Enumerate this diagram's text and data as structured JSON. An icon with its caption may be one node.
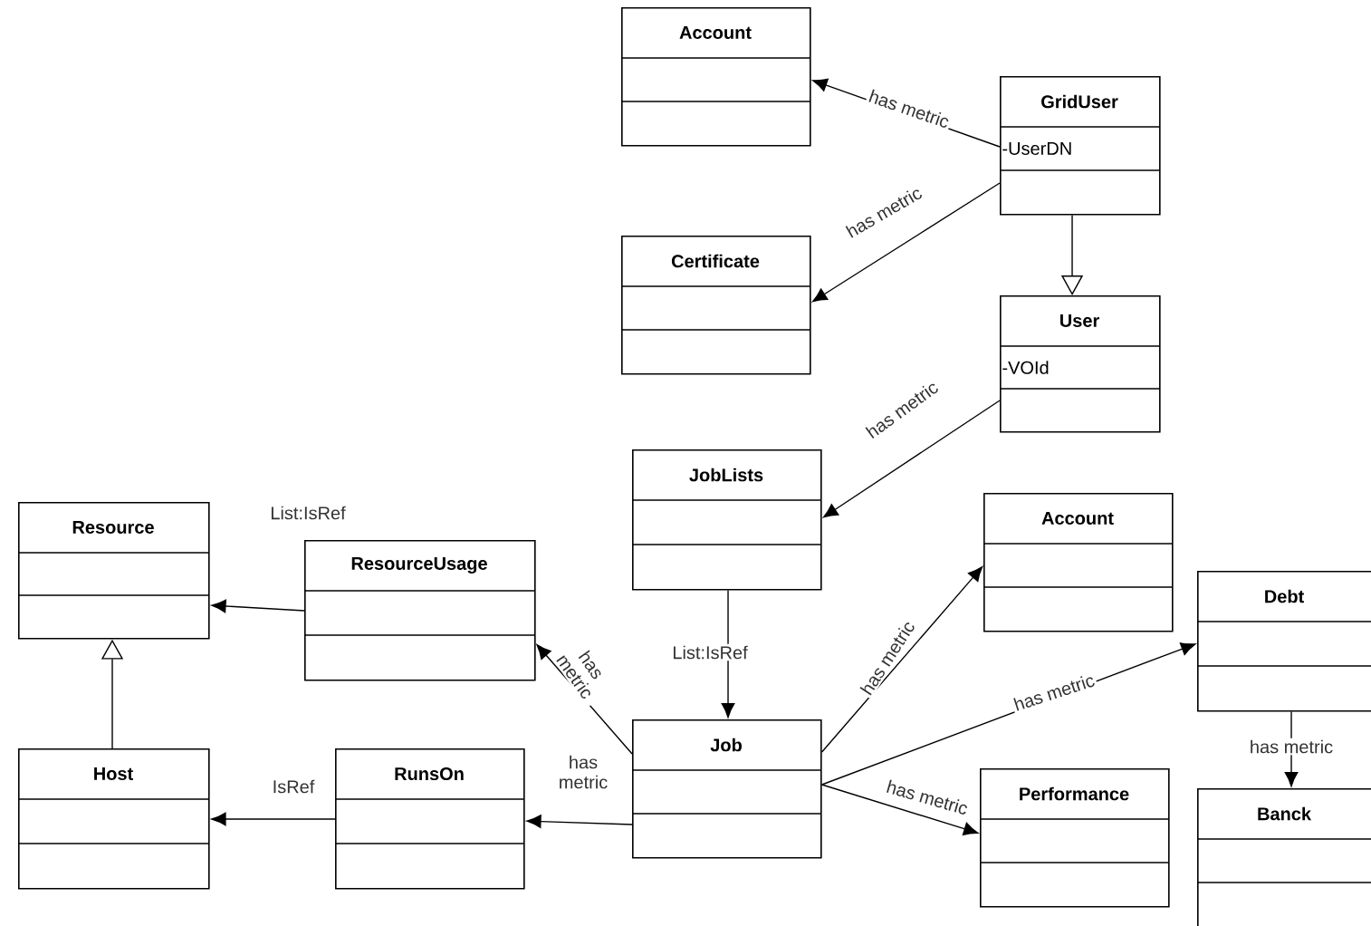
{
  "diagram": {
    "nodes": [
      {
        "text": [
          "Account"
        ]
      },
      {
        "text": [
          "GridUser",
          "-UserDN"
        ]
      },
      {
        "text": [
          "Certificate"
        ]
      },
      {
        "text": [
          "User",
          "-VOId"
        ]
      },
      {
        "text": [
          "JobLists"
        ]
      },
      {
        "text": [
          "Resource"
        ]
      },
      {
        "text": [
          "ResourceUsage"
        ]
      },
      {
        "text": [
          "Account"
        ]
      },
      {
        "text": [
          "Debt"
        ]
      },
      {
        "text": [
          "Host"
        ]
      },
      {
        "text": [
          "RunsOn"
        ]
      },
      {
        "text": [
          "Job"
        ]
      },
      {
        "text": [
          "Performance"
        ]
      },
      {
        "text": [
          "Banck"
        ]
      }
    ],
    "edges": [
      {
        "from": 1,
        "to": 0,
        "arrow": "to",
        "label": "has metric"
      },
      {
        "from": 1,
        "to": 2,
        "arrow": "to",
        "label": "has metric"
      },
      {
        "from": 1,
        "to": 3,
        "arrow": "to"
      },
      {
        "from": 3,
        "to": 4,
        "arrow": "to",
        "label": "has metric"
      },
      {
        "from": 4,
        "to": 11,
        "arrow": "to",
        "label": "List:IsRef"
      },
      {
        "from": 6,
        "to": 5,
        "arrow": "to",
        "label": "List:IsRef"
      },
      {
        "from": 9,
        "to": 5,
        "arrow": "to"
      },
      {
        "from": 11,
        "to": 6,
        "arrow": "to",
        "label": "has metric"
      },
      {
        "from": 11,
        "to": 10,
        "arrow": "to",
        "label": "has metric"
      },
      {
        "from": 10,
        "to": 9,
        "arrow": "to",
        "label": "IsRef"
      },
      {
        "from": 11,
        "to": 7,
        "arrow": "to",
        "label": "has metric"
      },
      {
        "from": 11,
        "to": 8,
        "arrow": "to",
        "label": "has metric"
      },
      {
        "from": 11,
        "to": 12,
        "arrow": "to",
        "label": "has metric"
      },
      {
        "from": 8,
        "to": 13,
        "arrow": "to",
        "label": "has metric"
      }
    ]
  }
}
